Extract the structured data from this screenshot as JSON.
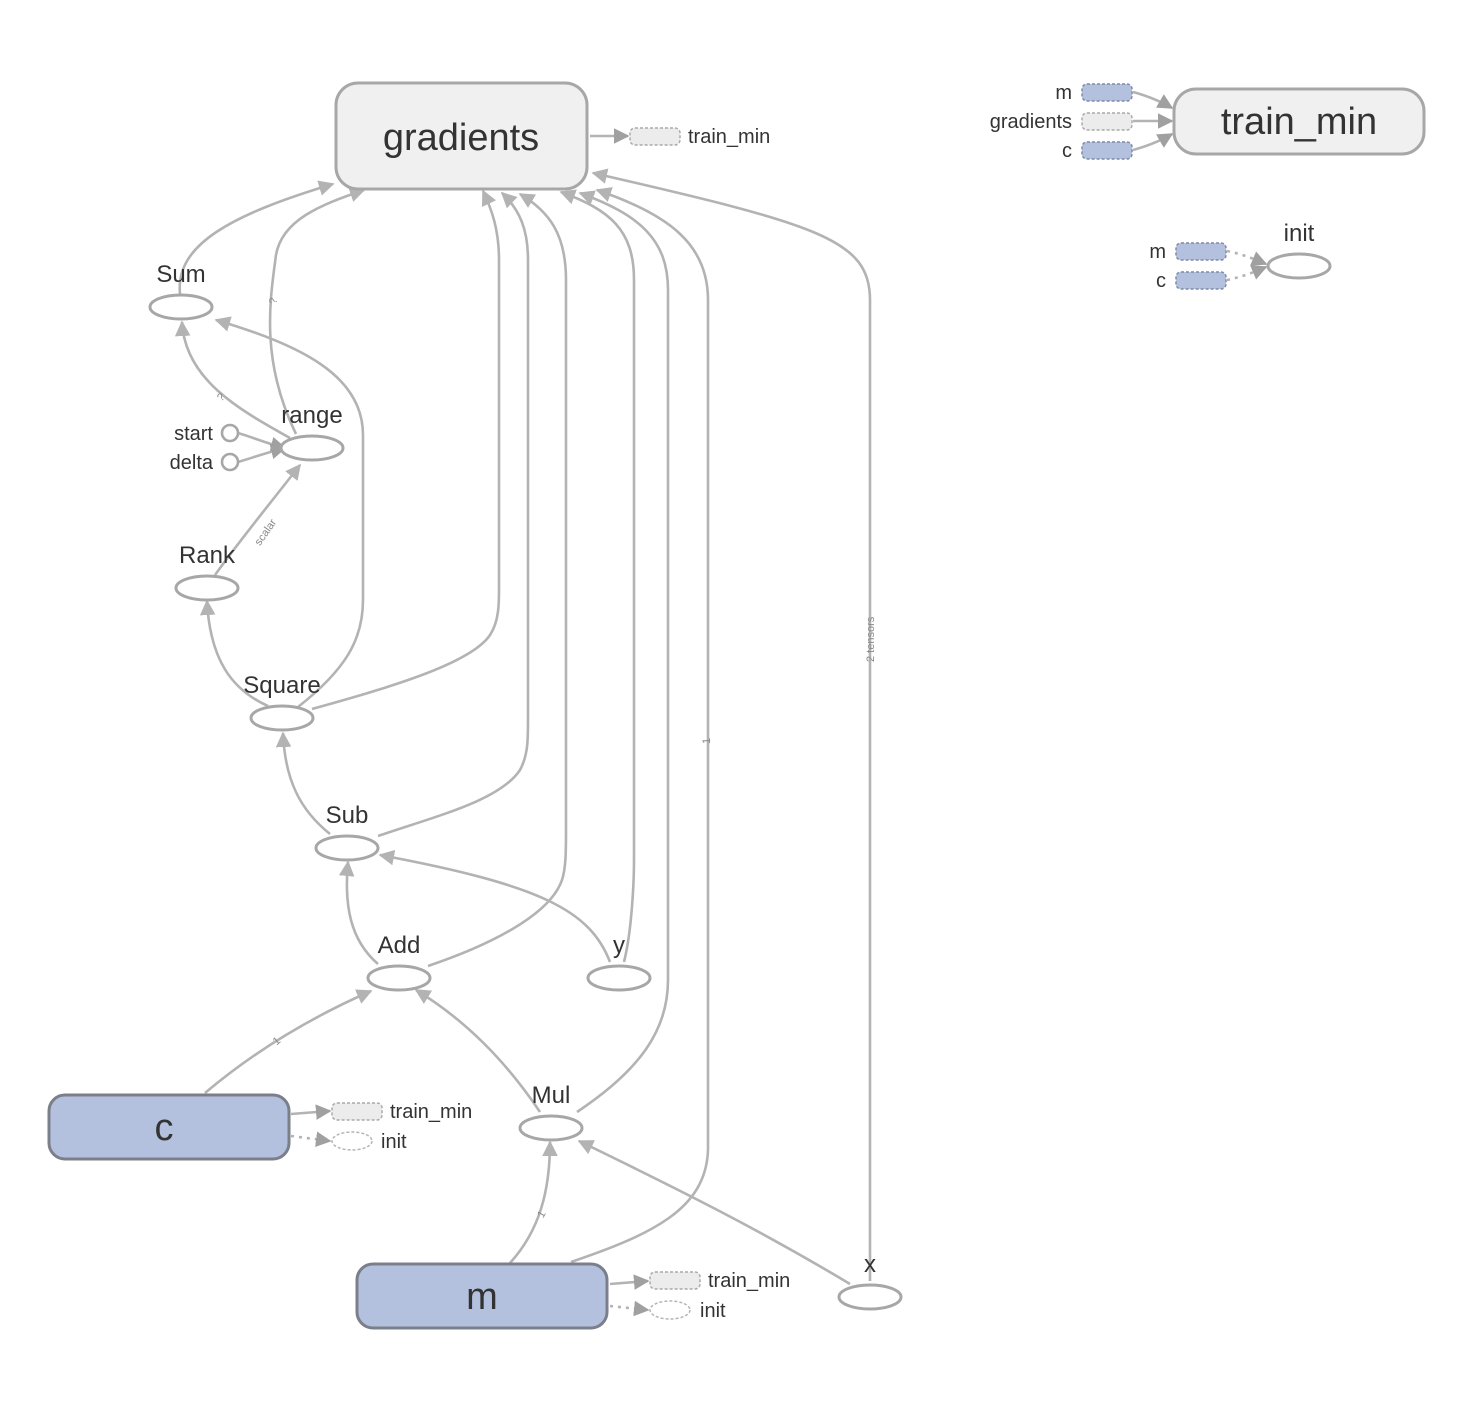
{
  "main_nodes": {
    "gradients": "gradients",
    "sum": "Sum",
    "range": "range",
    "start": "start",
    "delta": "delta",
    "rank": "Rank",
    "square": "Square",
    "sub": "Sub",
    "add": "Add",
    "y": "y",
    "mul": "Mul",
    "c": "c",
    "m": "m",
    "x": "x"
  },
  "stubs": {
    "gradients_out": "train_min",
    "c_out1": "train_min",
    "c_out2": "init",
    "m_out1": "train_min",
    "m_out2": "init"
  },
  "edge_labels": {
    "range_to_gradients": "?",
    "range_to_sum": "?",
    "rank_to_range": "scalar",
    "c_to_add": "1",
    "m_to_mul": "1",
    "m_to_gradients": "1",
    "x_to_gradients": "2 tensors"
  },
  "aux_graphs": {
    "train_min": {
      "title": "train_min",
      "inputs": [
        "m",
        "gradients",
        "c"
      ]
    },
    "init": {
      "title": "init",
      "inputs": [
        "m",
        "c"
      ]
    }
  },
  "colors": {
    "variable_fill": "#b3c0de",
    "meta_fill": "#f0f0f0",
    "edge": "#b3b3b3",
    "node_stroke": "#a7a7a7"
  }
}
